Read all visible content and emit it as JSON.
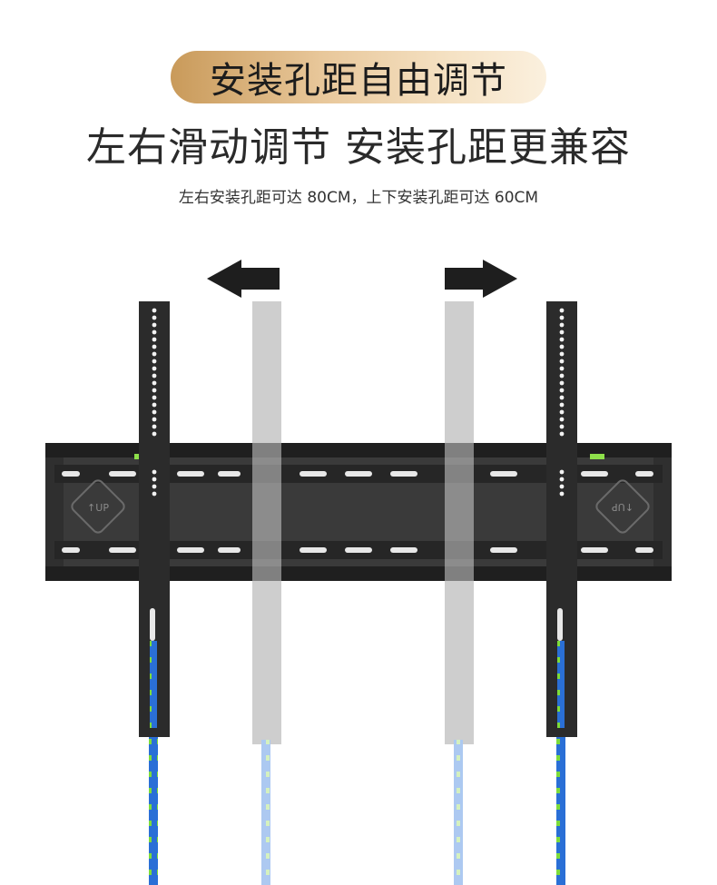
{
  "badge": {
    "text": "安装孔距自由调节"
  },
  "headline": {
    "text": "左右滑动调节 安装孔距更兼容"
  },
  "subline": {
    "text": "左右安装孔距可达 80CM，上下安装孔距可达 60CM"
  },
  "illustration": {
    "up_label": "UP",
    "arrow_left": "arrow-left-icon",
    "arrow_right": "arrow-right-icon",
    "colors": {
      "frame": "#3a3a3a",
      "frame_dark": "#2a2a2a",
      "arm_ghost": "#c8c8c8",
      "accent_blue": "#2a6fd6",
      "accent_green": "#7ddc3a"
    }
  }
}
